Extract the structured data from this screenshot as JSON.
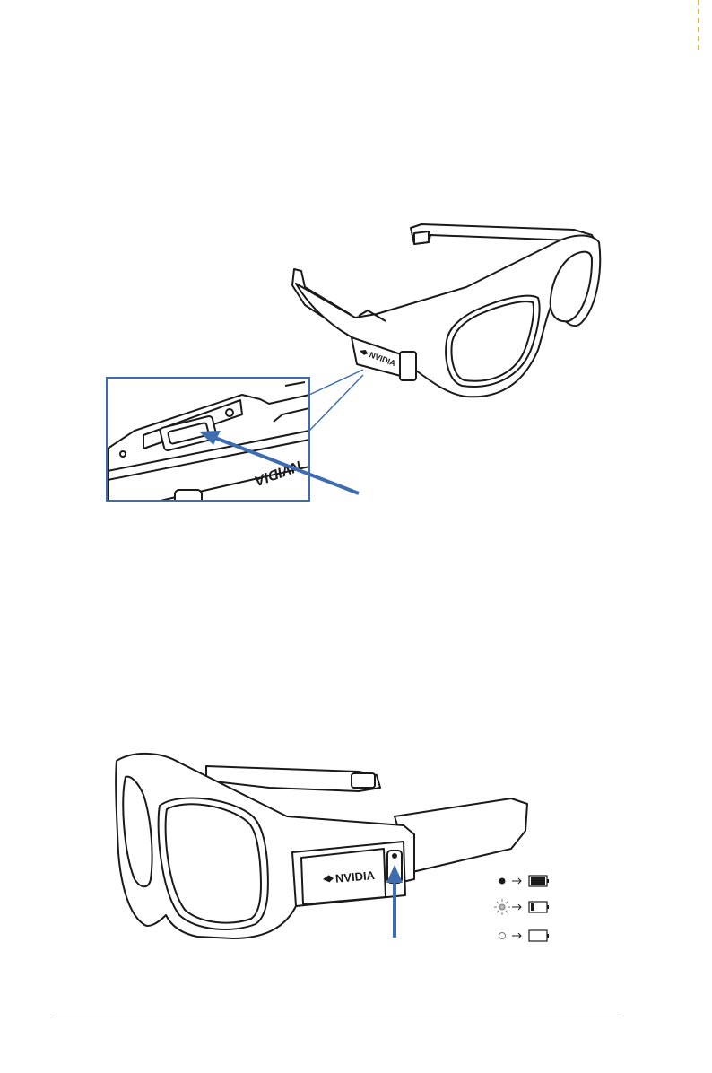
{
  "page": {
    "background": "#ffffff",
    "accent_color": "#3d6db0"
  },
  "figure_top": {
    "brand_text": "NVIDIA",
    "zoom_brand_text": "NVIDIA"
  },
  "figure_bottom": {
    "brand_text": "NVIDIA",
    "battery_legend": [
      {
        "led_state": "solid",
        "led_icon": "led-filled-icon",
        "battery_level": 1.0
      },
      {
        "led_state": "blinking",
        "led_icon": "led-blinking-icon",
        "battery_level": 0.2
      },
      {
        "led_state": "off",
        "led_icon": "led-off-icon",
        "battery_level": 0.0
      }
    ]
  }
}
